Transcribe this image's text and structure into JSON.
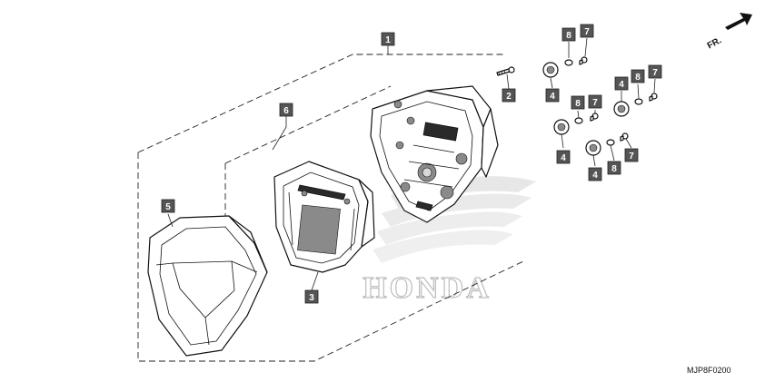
{
  "diagram_code": "MJP8F0200",
  "direction_label": "FR.",
  "brand_watermark": "HONDA",
  "callouts": {
    "c1": "1",
    "c2": "2",
    "c3": "3",
    "c4a": "4",
    "c4b": "4",
    "c4c": "4",
    "c4d": "4",
    "c5": "5",
    "c6": "6",
    "c7a": "7",
    "c7b": "7",
    "c7c": "7",
    "c7d": "7",
    "c8a": "8",
    "c8b": "8",
    "c8c": "8",
    "c8d": "8"
  }
}
